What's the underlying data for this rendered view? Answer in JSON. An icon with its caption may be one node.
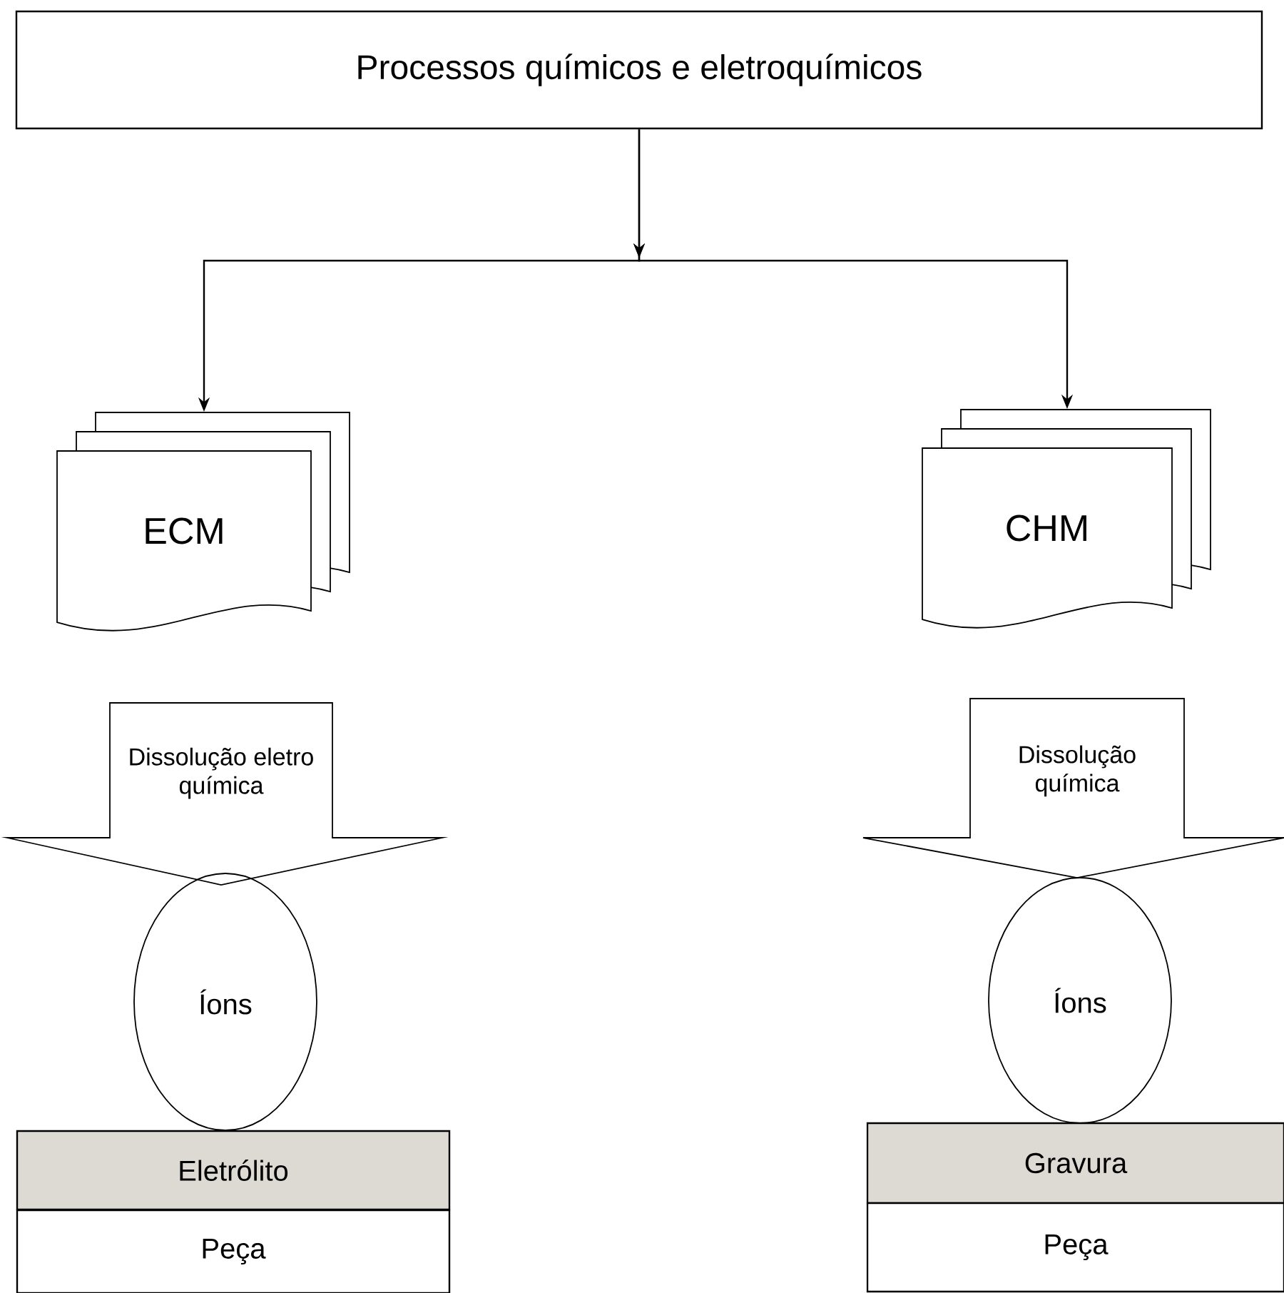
{
  "diagram": {
    "nodes": [
      {
        "text": [
          "Processos químicos e eletroquímicos"
        ]
      },
      {
        "text": [
          "ECM"
        ]
      },
      {
        "text": [
          "CHM"
        ]
      },
      {
        "text": [
          "Dissolução eletro química"
        ]
      },
      {
        "text": [
          "Íons"
        ]
      },
      {
        "text": [
          "Eletrólito"
        ]
      },
      {
        "text": [
          "Peça"
        ]
      },
      {
        "text": [
          "Dissolução química"
        ]
      },
      {
        "text": [
          "Íons"
        ]
      },
      {
        "text": [
          "Gravura"
        ]
      },
      {
        "text": [
          "Peça"
        ]
      }
    ],
    "edges": [
      {
        "from": 0,
        "to": 1,
        "arrow": "to"
      },
      {
        "from": 0,
        "to": 2,
        "arrow": "to"
      }
    ]
  }
}
